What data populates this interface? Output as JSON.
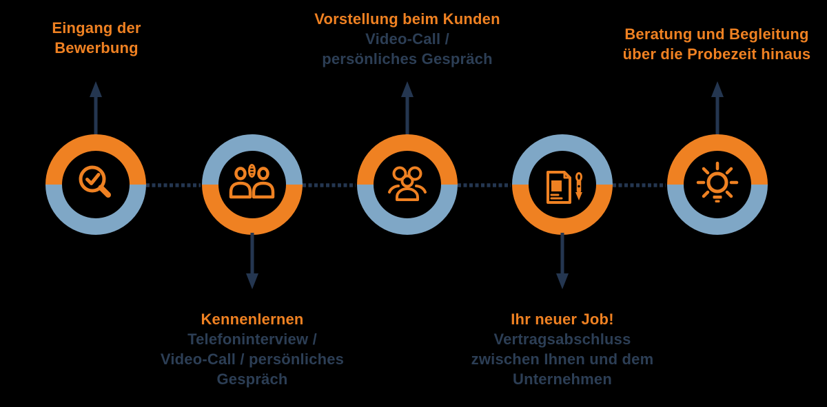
{
  "colors": {
    "orange": "#EF8122",
    "blue": "#7FA7C6",
    "navy": "#243650",
    "text_navy": "#2C3E55",
    "background": "#000000"
  },
  "steps": [
    {
      "icon": "magnifier-check-icon",
      "ring": {
        "top": "#EF8122",
        "bottom": "#7FA7C6"
      },
      "label_position": "top",
      "lines": [
        {
          "text": "Eingang der",
          "emphasis": true
        },
        {
          "text": "Bewerbung",
          "emphasis": true
        }
      ]
    },
    {
      "icon": "two-people-conversation-icon",
      "ring": {
        "top": "#7FA7C6",
        "bottom": "#EF8122"
      },
      "label_position": "bottom",
      "lines": [
        {
          "text": "Kennenlernen",
          "emphasis": true
        },
        {
          "text": "Telefoninterview /",
          "emphasis": false
        },
        {
          "text": "Video-Call / persönliches",
          "emphasis": false
        },
        {
          "text": "Gespräch",
          "emphasis": false
        }
      ]
    },
    {
      "icon": "group-of-people-icon",
      "ring": {
        "top": "#EF8122",
        "bottom": "#7FA7C6"
      },
      "label_position": "top",
      "lines": [
        {
          "text": "Vorstellung beim Kunden",
          "emphasis": true
        },
        {
          "text": "Video-Call /",
          "emphasis": false
        },
        {
          "text": "persönliches Gespräch",
          "emphasis": false
        }
      ]
    },
    {
      "icon": "contract-pen-icon",
      "ring": {
        "top": "#7FA7C6",
        "bottom": "#EF8122"
      },
      "label_position": "bottom",
      "lines": [
        {
          "text": "Ihr neuer Job!",
          "emphasis": true
        },
        {
          "text": "Vertragsabschluss",
          "emphasis": false
        },
        {
          "text": "zwischen Ihnen und dem",
          "emphasis": false
        },
        {
          "text": "Unternehmen",
          "emphasis": false
        }
      ]
    },
    {
      "icon": "lightbulb-idea-icon",
      "ring": {
        "top": "#EF8122",
        "bottom": "#7FA7C6"
      },
      "label_position": "top",
      "lines": [
        {
          "text": "Beratung und Begleitung",
          "emphasis": true
        },
        {
          "text": "über die Probezeit hinaus",
          "emphasis": true
        }
      ]
    }
  ]
}
